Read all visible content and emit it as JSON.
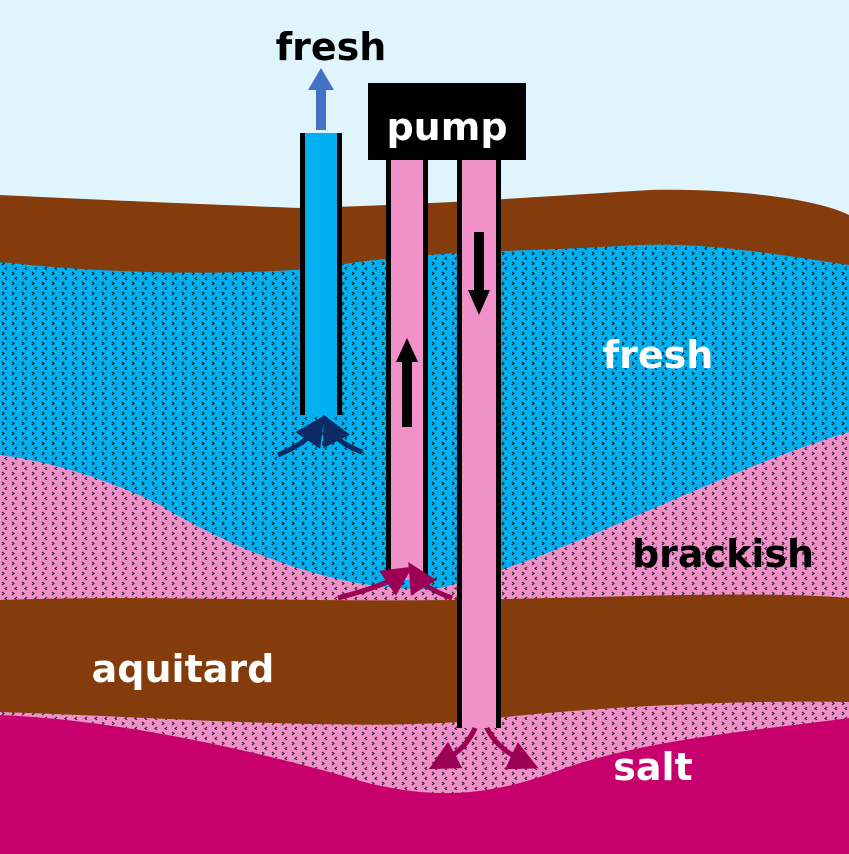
{
  "labels": {
    "fresh_output": "fresh",
    "pump": "pump",
    "fresh_layer": "fresh",
    "brackish_layer": "brackish",
    "aquitard_layer": "aquitard",
    "salt_layer": "salt"
  },
  "colors": {
    "sky": "#dff4fc",
    "clay": "#843c0c",
    "fresh": "#00b0f0",
    "brackish": "#f191c9",
    "salt": "#c8006e",
    "pump": "#000000",
    "fresh_arrow": "#4472c4",
    "inflow_fresh": "#0b2a66",
    "inflow_brackish": "#9c0055"
  }
}
